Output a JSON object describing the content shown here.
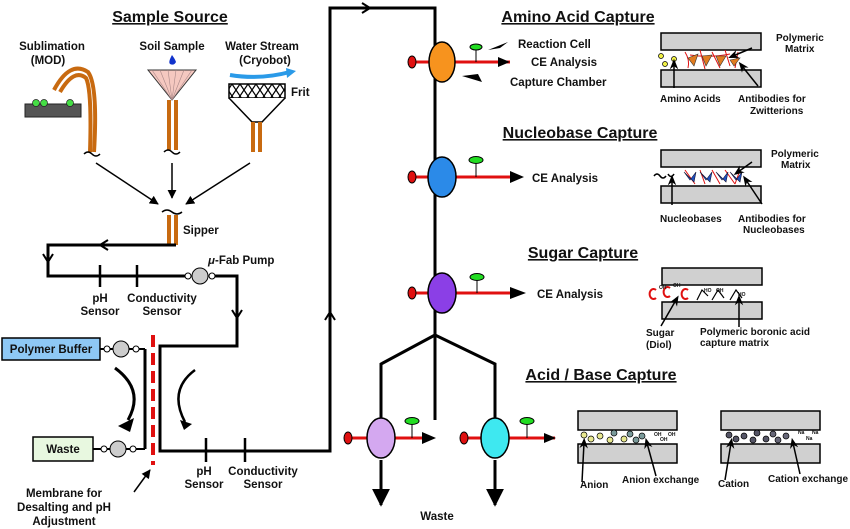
{
  "titles": {
    "sample_source": "Sample Source",
    "amino_acid": "Amino Acid Capture",
    "nucleobase": "Nucleobase Capture",
    "sugar": "Sugar Capture",
    "acid_base": "Acid / Base Capture"
  },
  "sources": {
    "sublimation_line1": "Sublimation",
    "sublimation_line2": "(MOD)",
    "soil": "Soil Sample",
    "water_line1": "Water Stream",
    "water_line2": "(Cryobot)",
    "frit": "Frit"
  },
  "flow": {
    "sipper": "Sipper",
    "pump_prefix": "μ",
    "pump": "-Fab Pump",
    "ph1": "pH",
    "sensor": "Sensor",
    "conductivity": "Conductivity",
    "polymer_buffer": "Polymer Buffer",
    "waste_box": "Waste",
    "membrane_line1": "Membrane for",
    "membrane_line2": "Desalting and pH",
    "membrane_line3": "Adjustment",
    "waste_bottom": "Waste"
  },
  "chambers": {
    "reaction_cell": "Reaction Cell",
    "ce_analysis": "CE Analysis",
    "capture_chamber": "Capture Chamber",
    "colors": {
      "amino": "#f7931e",
      "nucleobase": "#2b8ae8",
      "sugar": "#8b3fe6",
      "acid": "#d4a8f0",
      "base": "#3ee8f0",
      "valve": "#e01010",
      "reaction": "#22dd22"
    }
  },
  "insets": {
    "amino": {
      "matrix_line1": "Polymeric",
      "matrix_line2": "Matrix",
      "analyte": "Amino Acids",
      "antibody_line1": "Antibodies for",
      "antibody_line2": "Zwitterions"
    },
    "nucleobase": {
      "matrix_line1": "Polymeric",
      "matrix_line2": "Matrix",
      "analyte": "Nucleobases",
      "antibody_line1": "Antibodies for",
      "antibody_line2": "Nucleobases"
    },
    "sugar": {
      "analyte_line1": "Sugar",
      "analyte_line2": "(Diol)",
      "matrix_line1": "Polymeric boronic acid",
      "matrix_line2": "capture matrix",
      "oh": "OH",
      "ho": "HO"
    },
    "acid": {
      "analyte": "Anion",
      "exchange": "Anion exchange",
      "oh": "OH"
    },
    "base": {
      "analyte": "Cation",
      "exchange": "Cation exchange",
      "na": "Na"
    }
  }
}
